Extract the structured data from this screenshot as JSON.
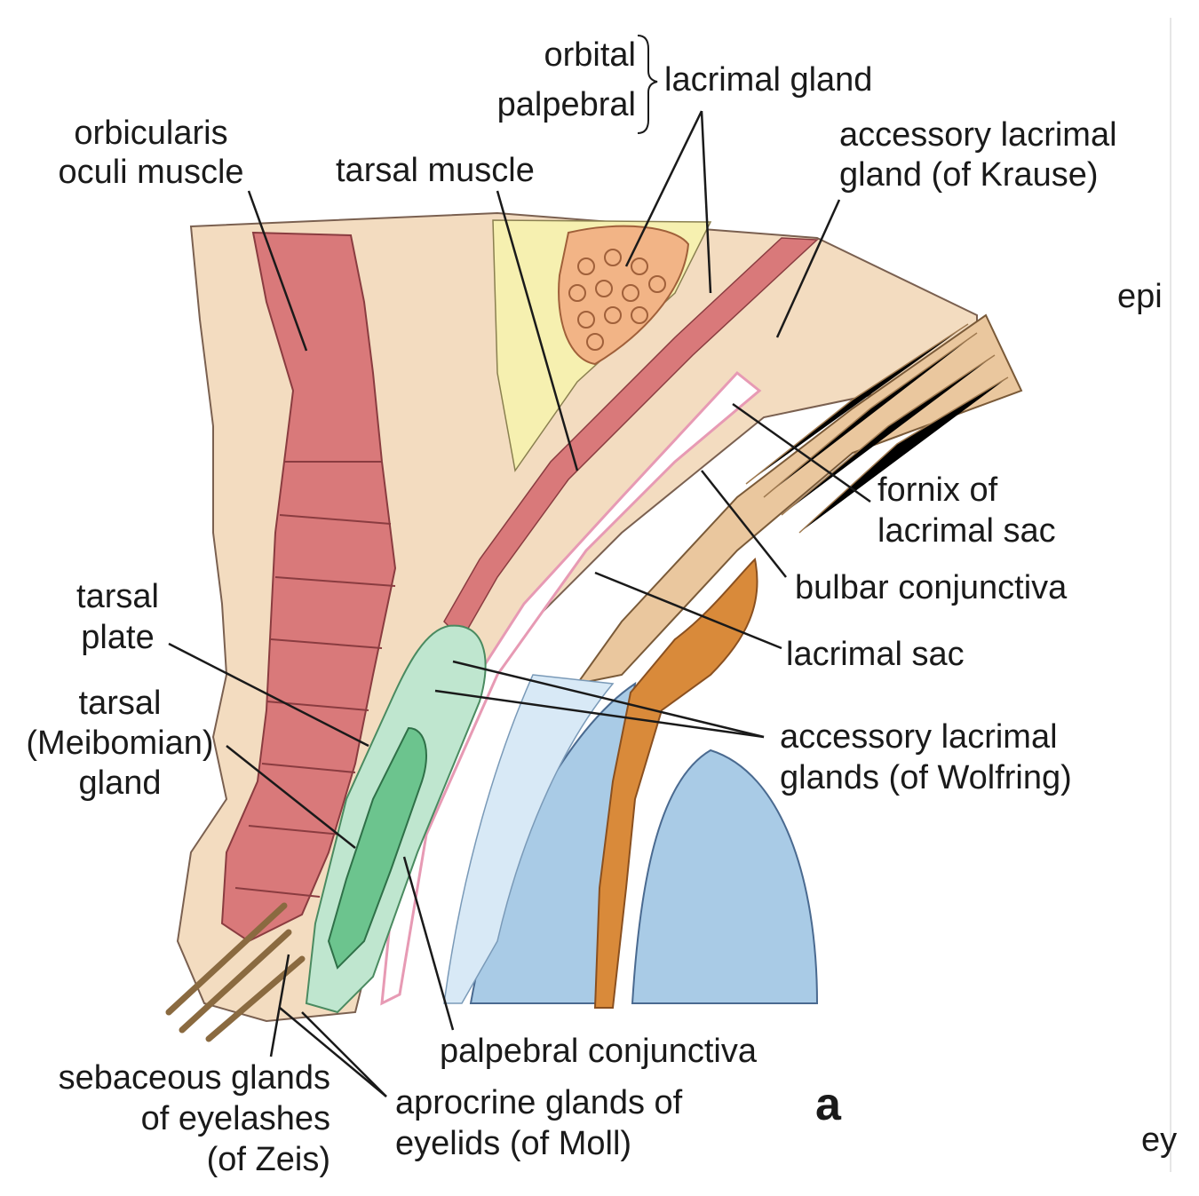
{
  "labels": {
    "orbital": "orbital",
    "palpebral": "palpebral",
    "lacrimal_gland": "lacrimal gland",
    "orbicularis_line1": "orbicularis",
    "orbicularis_line2": "oculi muscle",
    "tarsal_muscle": "tarsal muscle",
    "krause_line1": "accessory lacrimal",
    "krause_line2": "gland (of Krause)",
    "epi_fragment": "epi",
    "fornix_line1": "fornix of",
    "fornix_line2": "lacrimal sac",
    "bulbar_conjunctiva": "bulbar conjunctiva",
    "tarsal_plate_line1": "tarsal",
    "tarsal_plate_line2": "plate",
    "lacrimal_sac": "lacrimal sac",
    "meibomian_line1": "tarsal",
    "meibomian_line2": "(Meibomian)",
    "meibomian_line3": "gland",
    "wolfring_line1": "accessory lacrimal",
    "wolfring_line2": "glands (of Wolfring)",
    "palpebral_conjunctiva": "palpebral conjunctiva",
    "zeis_line1": "sebaceous glands",
    "zeis_line2": "of eyelashes",
    "zeis_line3": "(of Zeis)",
    "moll_line1": "aprocrine glands of",
    "moll_line2": "eyelids (of Moll)",
    "figure_letter": "a",
    "ey_fragment": "ey"
  },
  "colors": {
    "skin": "#f3dcc0",
    "muscle": "#d9797a",
    "muscle_dark": "#b5545a",
    "fat": "#f6f0b0",
    "gland": "#f2b486",
    "tarsal_plate": "#bfe6cf",
    "meibomian": "#6cc48e",
    "sclera_band": "#eac79e",
    "conjunctiva": "#e79ab4",
    "cornea_blue": "#a9cbe6",
    "lens_blue": "#d8e9f6",
    "orange_tissue": "#d98a3a",
    "line": "#1a1a1a"
  }
}
